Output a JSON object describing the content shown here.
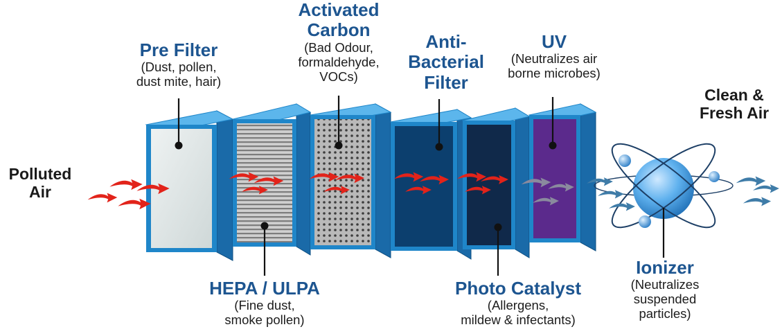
{
  "colors": {
    "title_blue": "#1d5590",
    "frame_blue": "#1f86c9",
    "arrow_red": "#e2231a",
    "arrow_steel": "#3f7ca8",
    "ionizer_blue": "#2e8ed8",
    "uv_purple": "#5b2a8c",
    "antibacterial_navy": "#0c3f6e",
    "photocatalyst_navy": "#10294a"
  },
  "labels": {
    "polluted_air": {
      "line1": "Polluted",
      "line2": "Air"
    },
    "pre_filter": {
      "title": "Pre Filter",
      "desc": [
        "(Dust, pollen,",
        "dust mite, hair)"
      ]
    },
    "hepa": {
      "title": "HEPA / ULPA",
      "desc": [
        "(Fine dust,",
        "smoke pollen)"
      ]
    },
    "carbon": {
      "title1": "Activated",
      "title2": "Carbon",
      "desc": [
        "(Bad Odour,",
        "formaldehyde,",
        "VOCs)"
      ]
    },
    "antibacterial": {
      "title1": "Anti-",
      "title2": "Bacterial",
      "title3": "Filter"
    },
    "photo": {
      "title": "Photo Catalyst",
      "desc": [
        "(Allergens,",
        "mildew & infectants)"
      ]
    },
    "uv": {
      "title": "UV",
      "desc": [
        "(Neutralizes air",
        "borne microbes)"
      ]
    },
    "clean_air": {
      "line1": "Clean &",
      "line2": "Fresh Air"
    },
    "ionizer": {
      "title": "Ionizer",
      "desc": [
        "(Neutralizes",
        "suspended",
        "particles)"
      ]
    }
  },
  "icons": [
    "red-airflow-arrow-icon",
    "steel-airflow-arrow-icon",
    "ionizer-atom-icon",
    "pointer-dot-icon"
  ]
}
